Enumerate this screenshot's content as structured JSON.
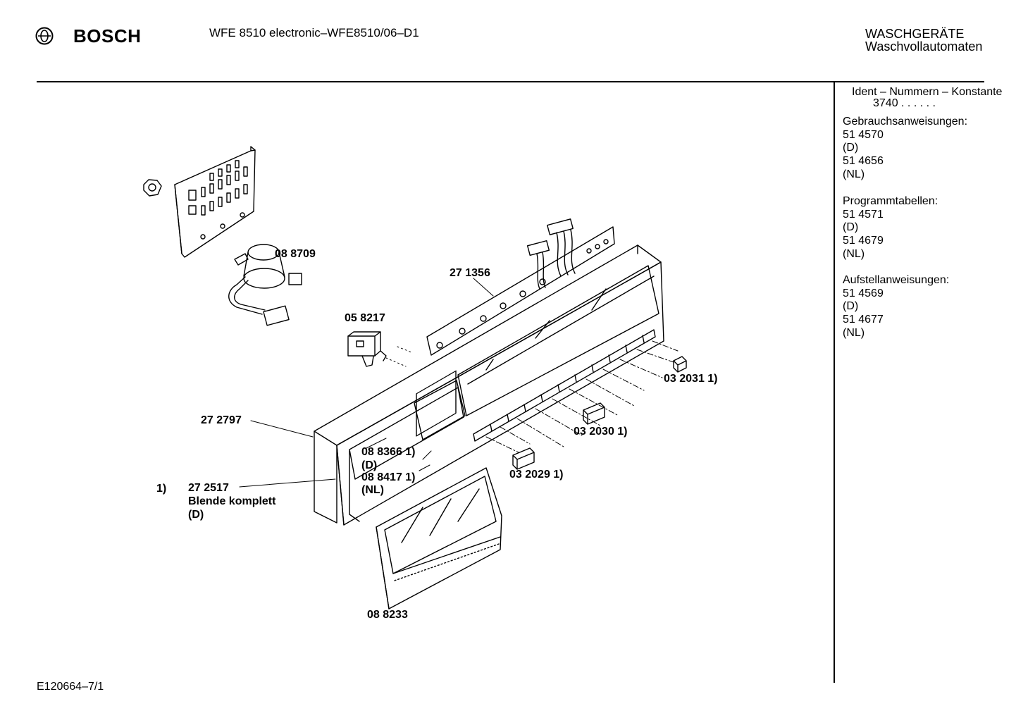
{
  "header": {
    "brand": "BOSCH",
    "model": "WFE 8510 electronic–WFE8510/06–D1",
    "category_line1": "WASCHGERÄTE",
    "category_line2": "Waschvollautomaten",
    "logo_icon": "bosch-armature-icon"
  },
  "sidebar": {
    "ident_title": "Ident – Nummern – Konstante",
    "ident_value": "3740  .  .   .  .  .  .",
    "sections": [
      {
        "title": "Gebrauchsanweisungen:",
        "lines": [
          "51 4570",
          "(D)",
          "51 4656",
          "(NL)"
        ]
      },
      {
        "title": "Programmtabellen:",
        "lines": [
          "51 4571",
          "(D)",
          "51 4679",
          "(NL)"
        ]
      },
      {
        "title": "Aufstellanweisungen:",
        "lines": [
          "51 4569",
          "(D)",
          "51 4677",
          "(NL)"
        ]
      }
    ]
  },
  "diagram": {
    "labels": {
      "p088709": "08 8709",
      "p271356": "27 1356",
      "p058217": "05 8217",
      "p032031": "03 2031 1)",
      "p032030": "03 2030 1)",
      "p032029": "03 2029 1)",
      "p272797": "27 2797",
      "p088366": "08 8366 1)",
      "p088366_d": "(D)",
      "p088417": "08 8417 1)",
      "p088417_nl": "(NL)",
      "footnote": "1)",
      "p272517": "27 2517",
      "p272517_desc": "Blende komplett",
      "p272517_d": "(D)",
      "p088233": "08 8233"
    }
  },
  "footer": {
    "code": "E120664–7/1"
  }
}
